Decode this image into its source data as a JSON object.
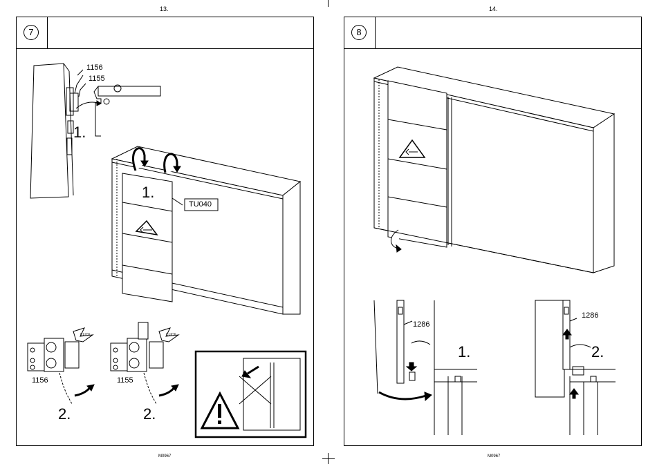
{
  "left_page": {
    "page_number": "13.",
    "footer": "M0967",
    "step_number": "7",
    "labels": {
      "part_1156_top": "1156",
      "part_1155_top": "1155",
      "step1_top": "1.",
      "step1_door": "1.",
      "tu_code": "TU040",
      "click_1": "CLICK",
      "click_2": "CLICK",
      "part_1156_bottom": "1156",
      "part_1155_bottom": "1155",
      "step2_left": "2.",
      "step2_right": "2."
    }
  },
  "right_page": {
    "page_number": "14.",
    "footer": "M0967",
    "step_number": "8",
    "labels": {
      "part_1286_left": "1286",
      "step1": "1.",
      "part_1286_right": "1286",
      "step2": "2."
    }
  }
}
